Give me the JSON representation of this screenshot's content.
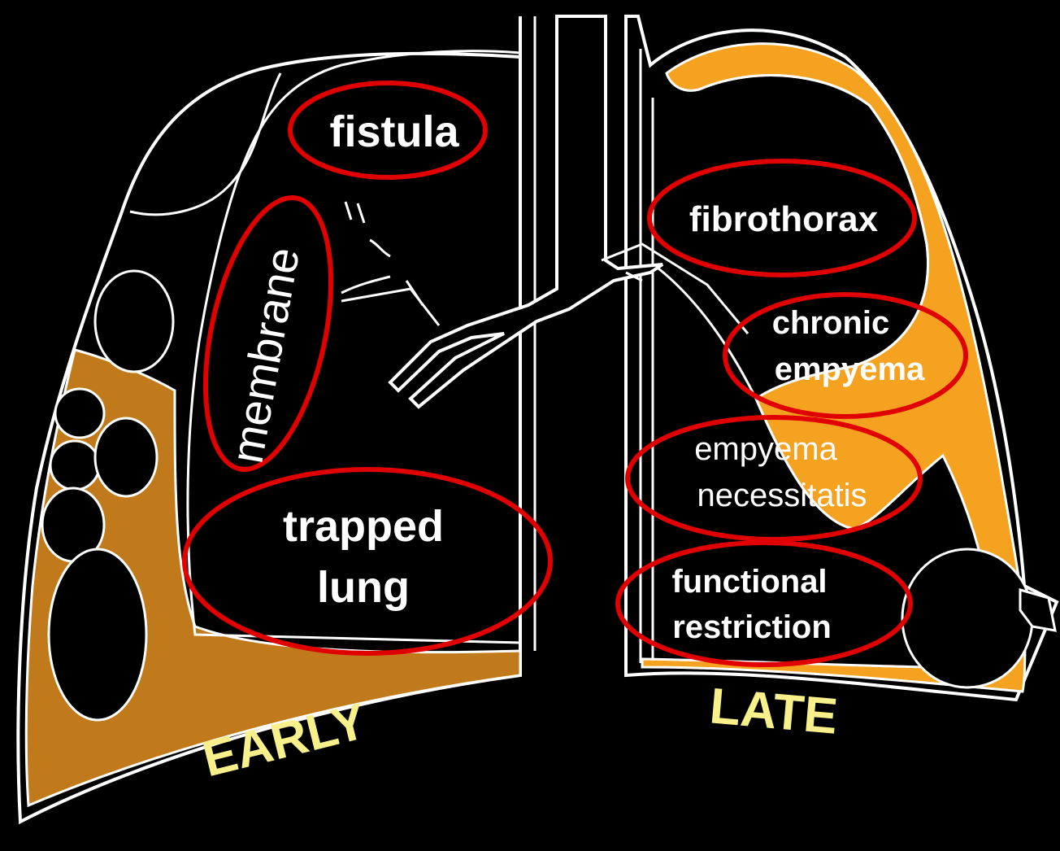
{
  "diagram": {
    "colors": {
      "background": "#000000",
      "outline": "#ffffff",
      "early_fluid": "#c07a1c",
      "late_fluid": "#f4a21f",
      "highlight_ring": "#e00000",
      "stage_label": "#f8f08a",
      "label_text": "#ffffff"
    },
    "labels": {
      "fistula": "fistula",
      "membrane": "membrane",
      "trapped_line1": "trapped",
      "trapped_line2": "lung",
      "fibrothorax": "fibrothorax",
      "chronic_line1": "chronic",
      "chronic_line2": "empyema",
      "necessitatis_line1": "empyema",
      "necessitatis_line2": "necessitatis",
      "functional_line1": "functional",
      "functional_line2": "restriction"
    },
    "stages": {
      "early": "EARLY",
      "late": "LATE"
    }
  }
}
